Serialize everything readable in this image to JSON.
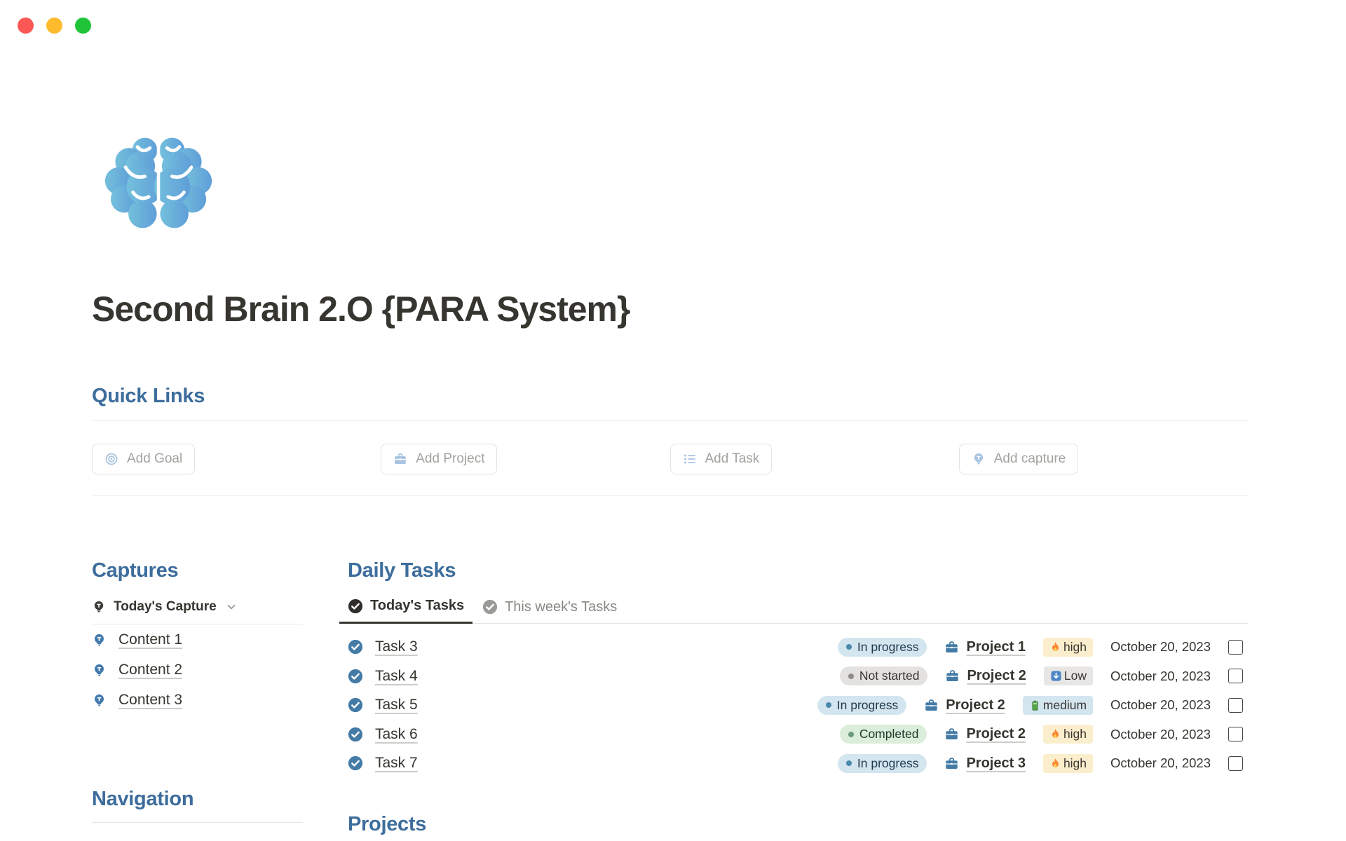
{
  "window": {
    "traffic_lights": [
      "#fb5754",
      "#fdbb2d",
      "#1fc439"
    ]
  },
  "page": {
    "icon": "brain-icon",
    "title": "Second Brain 2.O {PARA System}"
  },
  "quick_links": {
    "heading": "Quick Links",
    "buttons": [
      {
        "icon": "target-icon",
        "label": "Add Goal"
      },
      {
        "icon": "briefcase-icon",
        "label": "Add Project"
      },
      {
        "icon": "list-icon",
        "label": "Add Task"
      },
      {
        "icon": "lightbulb-icon",
        "label": "Add capture"
      }
    ]
  },
  "captures": {
    "heading": "Captures",
    "view": {
      "icon": "lightbulb-icon",
      "label": "Today's Capture"
    },
    "items": [
      {
        "icon": "lightbulb-icon",
        "label": "Content 1"
      },
      {
        "icon": "lightbulb-icon",
        "label": "Content 2"
      },
      {
        "icon": "lightbulb-icon",
        "label": "Content 3"
      }
    ]
  },
  "daily_tasks": {
    "heading": "Daily Tasks",
    "tabs": [
      {
        "label": "Today's Tasks",
        "active": true
      },
      {
        "label": "This week's Tasks",
        "active": false
      }
    ],
    "rows": [
      {
        "task": "Task 3",
        "status": "In progress",
        "status_color": "#d3e5ef",
        "project": "Project 1",
        "priority": "high",
        "priority_icon": "fire-icon",
        "priority_color": "#fbeecc",
        "date": "October 20, 2023",
        "checked": false
      },
      {
        "task": "Task 4",
        "status": "Not started",
        "status_color": "#e3e2e0",
        "project": "Project 2",
        "priority": "Low",
        "priority_icon": "down-arrow-icon",
        "priority_color": "#e7e6e4",
        "date": "October 20, 2023",
        "checked": false
      },
      {
        "task": "Task 5",
        "status": "In progress",
        "status_color": "#d3e5ef",
        "project": "Project 2",
        "priority": "medium",
        "priority_icon": "battery-icon",
        "priority_color": "#d3e5ef",
        "date": "October 20, 2023",
        "checked": false
      },
      {
        "task": "Task 6",
        "status": "Completed",
        "status_color": "#dbeddb",
        "project": "Project 2",
        "priority": "high",
        "priority_icon": "fire-icon",
        "priority_color": "#fbeecc",
        "date": "October 20, 2023",
        "checked": false
      },
      {
        "task": "Task 7",
        "status": "In progress",
        "status_color": "#d3e5ef",
        "project": "Project 3",
        "priority": "high",
        "priority_icon": "fire-icon",
        "priority_color": "#fbeecc",
        "date": "October 20, 2023",
        "checked": false
      }
    ]
  },
  "navigation": {
    "heading": "Navigation"
  },
  "projects": {
    "heading": "Projects"
  },
  "colors": {
    "heading_blue": "#3d6d9c",
    "text_dark": "#37352f",
    "icon_steel_blue": "#447ba6",
    "button_icon_blue": "#a9c4e0",
    "status_in_progress_bg": "#d3e5ef",
    "status_not_started_bg": "#e3e2e0",
    "status_completed_bg": "#dbeddb",
    "priority_high_bg": "#fbeecc",
    "priority_low_bg": "#e7e6e4",
    "priority_medium_bg": "#d3e5ef",
    "brain_gradient": [
      "#74c0dc",
      "#5f9ed8"
    ]
  }
}
